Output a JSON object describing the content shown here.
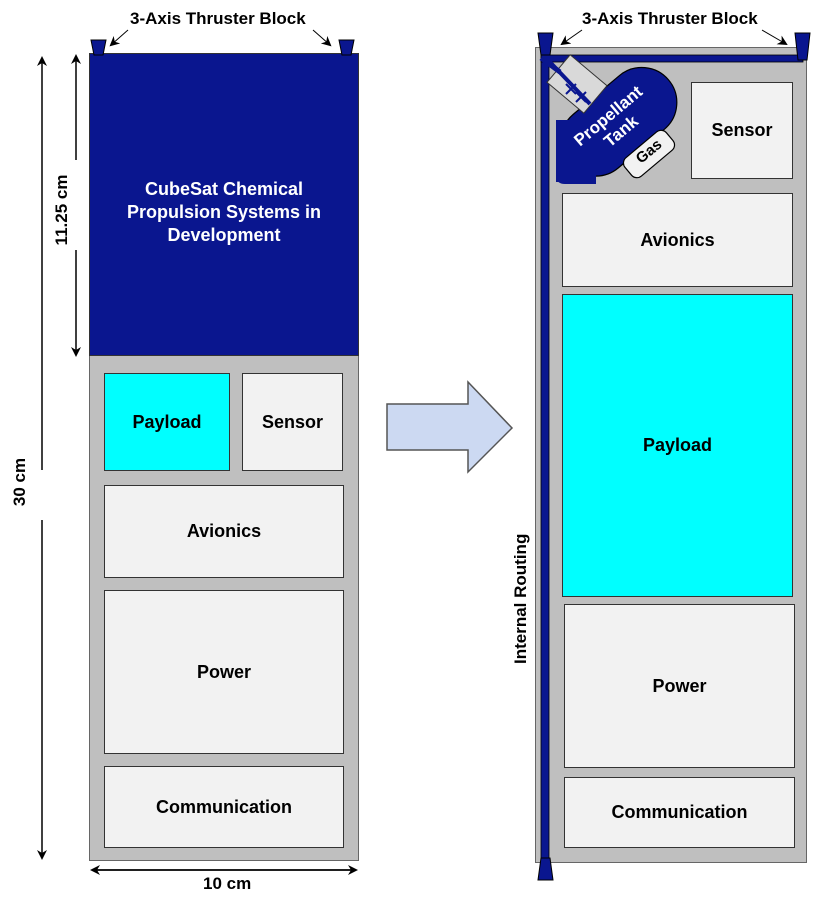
{
  "left_design": {
    "thruster_label": "3-Axis Thruster Block",
    "propulsion_block_label": "CubeSat Chemical Propulsion Systems in Development",
    "modules": {
      "payload": "Payload",
      "sensor": "Sensor",
      "avionics": "Avionics",
      "power": "Power",
      "communication": "Communication"
    },
    "dimensions": {
      "height_total": "30 cm",
      "height_propulsion": "11.25 cm",
      "width": "10 cm"
    }
  },
  "right_design": {
    "thruster_label": "3-Axis Thruster Block",
    "tank_label": "Propellant Tank",
    "gas_label": "Gas",
    "routing_label": "Internal Routing",
    "modules": {
      "sensor": "Sensor",
      "avionics": "Avionics",
      "payload": "Payload",
      "power": "Power",
      "communication": "Communication"
    }
  },
  "colors": {
    "propulsion_navy": "#0a168f",
    "payload_cyan": "#00ffff",
    "frame_grey": "#bfbfbf",
    "module_fill": "#f2f2f2",
    "arrow_fill": "#ccd9f2"
  }
}
